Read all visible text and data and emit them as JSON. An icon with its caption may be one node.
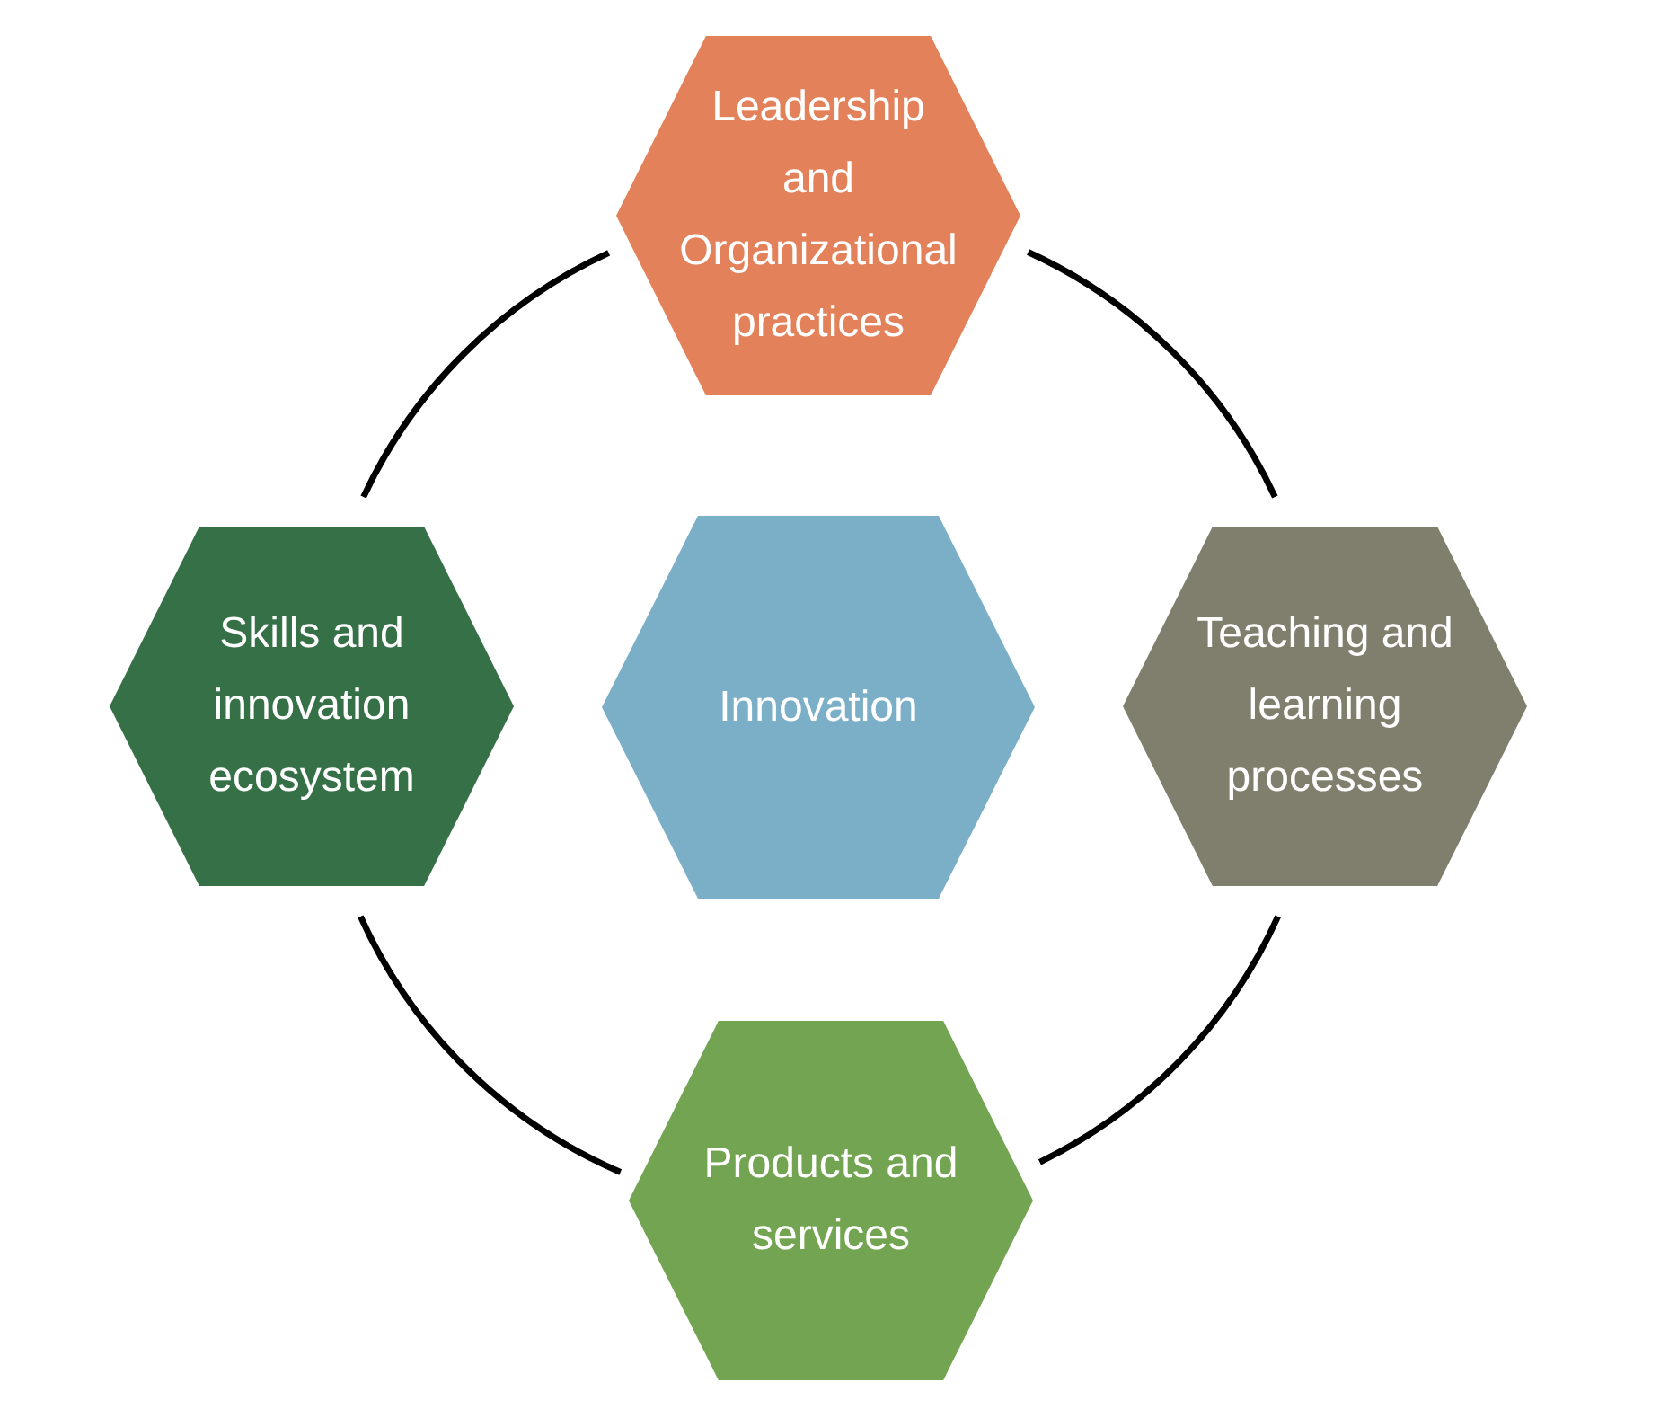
{
  "diagram": {
    "nodes": [
      {
        "text": [
          "Leadership and Organizational practices"
        ]
      },
      {
        "text": [
          "Skills and innovation ecosystem"
        ]
      },
      {
        "text": [
          "Innovation"
        ]
      },
      {
        "text": [
          "Teaching and learning processes"
        ]
      },
      {
        "text": [
          "Products and services"
        ]
      }
    ],
    "edges": [
      {
        "from": 0,
        "to": 3,
        "arrow": "none"
      },
      {
        "from": 3,
        "to": 4,
        "arrow": "none"
      },
      {
        "from": 4,
        "to": 1,
        "arrow": "none"
      },
      {
        "from": 1,
        "to": 0,
        "arrow": "none"
      }
    ]
  }
}
